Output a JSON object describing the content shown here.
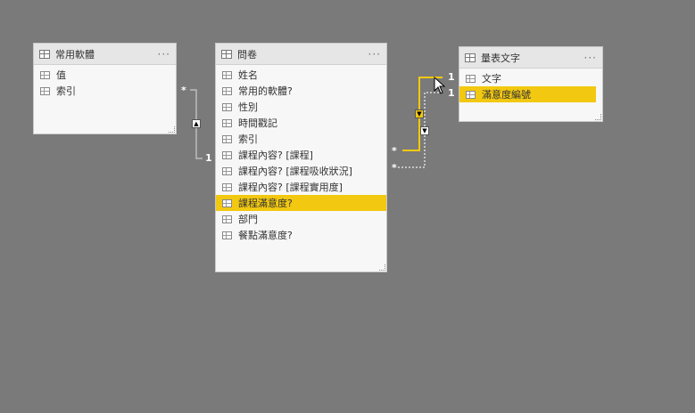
{
  "tables": {
    "common_software": {
      "title": "常用軟體",
      "fields": [
        {
          "label": "值"
        },
        {
          "label": "索引"
        }
      ]
    },
    "questionnaire": {
      "title": "問卷",
      "fields": [
        {
          "label": "姓名"
        },
        {
          "label": "常用的軟體?"
        },
        {
          "label": "性別"
        },
        {
          "label": "時間戳記"
        },
        {
          "label": "索引"
        },
        {
          "label": "課程內容? [課程]"
        },
        {
          "label": "課程內容? [課程吸收狀況]"
        },
        {
          "label": "課程內容? [課程實用度]"
        },
        {
          "label": "課程滿意度?"
        },
        {
          "label": "部門"
        },
        {
          "label": "餐點滿意度?"
        }
      ],
      "selected_index": 8
    },
    "scale_text": {
      "title": "量表文字",
      "fields": [
        {
          "label": "文字"
        },
        {
          "label": "滿意度編號"
        }
      ],
      "selected_index": 1
    }
  },
  "relationships": {
    "one_label": "1",
    "many_label": "*"
  },
  "ui": {
    "more_label": "···"
  },
  "colors": {
    "canvas": "#7a7a7a",
    "highlight": "#f2c811",
    "card": "#f7f7f7"
  }
}
